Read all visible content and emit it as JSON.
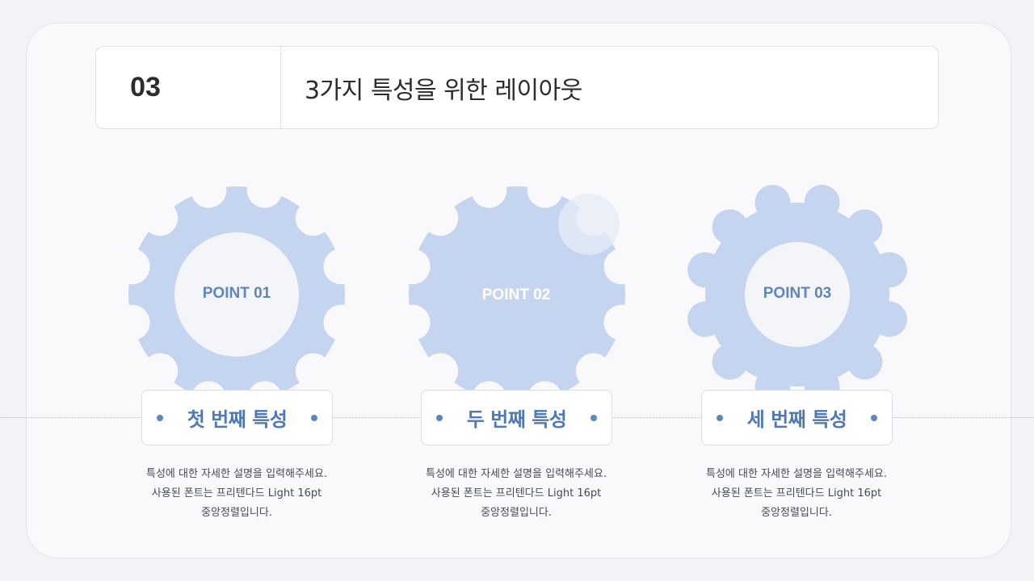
{
  "header": {
    "number": "03",
    "title": "3가지 특성을 위한 레이아웃"
  },
  "colors": {
    "gear": "#c5d5ef",
    "gear_inner": "#f4f5f8",
    "accent": "#5f86bd"
  },
  "points": [
    {
      "label": "POINT 01",
      "title": "첫 번째 특성",
      "desc_lines": [
        "특성에 대한 자세한 설명을 입력해주세요.",
        "사용된 폰트는 프리텐다드 Light 16pt",
        "중앙정렬입니다."
      ]
    },
    {
      "label": "POINT 02",
      "title": "두 번째 특성",
      "desc_lines": [
        "특성에 대한 자세한 설명을 입력해주세요.",
        "사용된 폰트는 프리텐다드 Light 16pt",
        "중앙정렬입니다."
      ]
    },
    {
      "label": "POINT 03",
      "title": "세 번째 특성",
      "desc_lines": [
        "특성에 대한 자세한 설명을 입력해주세요.",
        "사용된 폰트는 프리텐다드 Light 16pt",
        "중앙정렬입니다."
      ]
    }
  ]
}
